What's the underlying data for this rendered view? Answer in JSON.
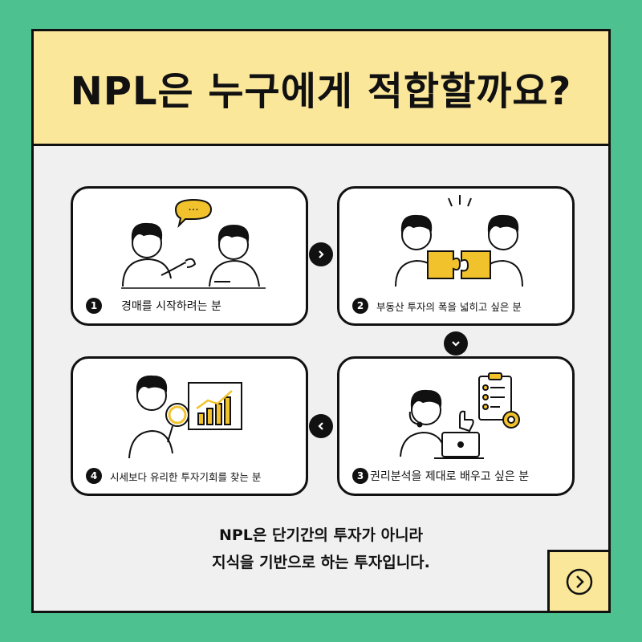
{
  "title": "NPL은 누구에게 적합할까요?",
  "panels": [
    {
      "number": "1",
      "caption": "경매를 시작하려는 분"
    },
    {
      "number": "2",
      "caption": "부동산 투자의 폭을 넓히고 싶은 분"
    },
    {
      "number": "3",
      "caption": "권리분석을 제대로 배우고 싶은 분"
    },
    {
      "number": "4",
      "caption": "시세보다 유리한 투자기회를 찾는 분"
    }
  ],
  "bottom_text": {
    "line1": "NPL은 단기간의 투자가 아니라",
    "line2": "지식을 기반으로 하는 투자입니다."
  },
  "speech_bubble": "···",
  "colors": {
    "background": "#4ec190",
    "accent_yellow": "#fbe79a",
    "illustration_yellow": "#f2c22c",
    "card": "#f0f0f0",
    "ink": "#111111"
  },
  "icons": {
    "arrow_right": "chevron-right-icon",
    "arrow_down": "chevron-down-icon",
    "arrow_left": "chevron-left-icon",
    "next": "circle-chevron-right-icon"
  }
}
